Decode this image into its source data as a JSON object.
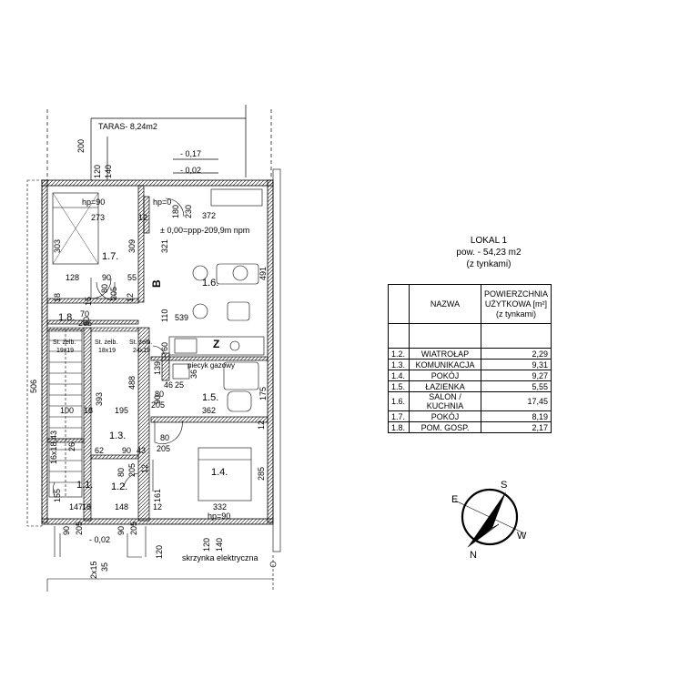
{
  "plan": {
    "terrace_label": "TARAS- 8,24m2",
    "levels": {
      "terrace": "- 0,17",
      "step": "- 0,02",
      "floor": "± 0,00=ppp-209,9m npm",
      "entry": "- 0,02"
    },
    "heights": {
      "hp_room_17": "hp=90",
      "hp_room_16": "hp=0",
      "hp_bottom": "hp=90"
    },
    "rooms": [
      {
        "id": "1.1.",
        "label": "1.1."
      },
      {
        "id": "1.2.",
        "label": "1.2."
      },
      {
        "id": "1.3.",
        "label": "1.3."
      },
      {
        "id": "1.4.",
        "label": "1.4."
      },
      {
        "id": "1.5.",
        "label": "1.5."
      },
      {
        "id": "1.6.",
        "label": "1.6."
      },
      {
        "id": "1.7.",
        "label": "1.7."
      },
      {
        "id": "1.8.",
        "label": "1.8."
      }
    ],
    "columns": [
      {
        "label": "St. żelb.",
        "size": "19x19"
      },
      {
        "label": "St. żelb.",
        "size": "18x19"
      },
      {
        "label": "St. żelb.",
        "size": "24x19"
      }
    ],
    "gas_stove": "piecyk gazowy",
    "fridge_mark": "Z",
    "chimney_mark": "B",
    "stairs": "16x18,43",
    "steps": "2x15",
    "electric_box": "skrzynka elektryczna",
    "dims": {
      "d200": "200",
      "d120": "120",
      "d140": "140",
      "d273": "273",
      "d303": "303",
      "d309": "309",
      "d12a": "12",
      "d180": "180",
      "d230": "230",
      "d372": "372",
      "d321": "321",
      "d491": "491",
      "d128": "128",
      "d90a": "90",
      "d55": "55",
      "d18a": "18",
      "d80a": "80",
      "d205a": "205",
      "d15": "15",
      "d12b": "12",
      "d70": "70",
      "d80b": "80",
      "d205b": "205",
      "d110": "110",
      "d539": "539",
      "d60": "60",
      "d506": "506",
      "d393": "393",
      "d488": "488",
      "d139": "139",
      "d46": "46",
      "d25": "25",
      "d36": "36",
      "d90b": "90",
      "d80c": "80",
      "d205c": "205",
      "d175": "175",
      "d100": "100",
      "d18b": "18",
      "d195": "195",
      "d362": "362",
      "d12c": "12",
      "d26": "26",
      "d62": "62",
      "d90c": "90",
      "d43": "43",
      "d80d": "80",
      "d205d": "205",
      "d80e": "80",
      "d205e": "205",
      "d12d": "12",
      "d285": "285",
      "d155": "155",
      "d147": "147",
      "d148": "148",
      "d12e": "12",
      "d161": "161",
      "d332": "332",
      "d90d": "90",
      "d205f": "205",
      "d90e": "90",
      "d205g": "205",
      "d35": "35",
      "d120b": "120",
      "d120c": "120",
      "d140b": "140",
      "d18c": "18"
    }
  },
  "summary": {
    "title": "LOKAL 1",
    "area": "pow. - 54,23 m2",
    "note": "(z tynkami)"
  },
  "table": {
    "col_name": "NAZWA",
    "col_area_1": "POWIERZCHNIA",
    "col_area_2": "UŻYTKOWA [m²]",
    "col_area_3": "(z tynkami)",
    "rows": [
      {
        "no": "1.2.",
        "name": "WIATROŁAP",
        "area": "2,29"
      },
      {
        "no": "1.3.",
        "name": "KOMUNIKACJA",
        "area": "9,31"
      },
      {
        "no": "1.4.",
        "name": "POKÓJ",
        "area": "9,27"
      },
      {
        "no": "1.5.",
        "name": "ŁAZIENKA",
        "area": "5,55"
      },
      {
        "no": "1.6.",
        "name": "SALON / KUCHNIA",
        "area": "17,45"
      },
      {
        "no": "1.7.",
        "name": "POKÓJ",
        "area": "8,19"
      },
      {
        "no": "1.8.",
        "name": "POM. GOSP.",
        "area": "2,17"
      }
    ]
  },
  "compass": {
    "north": "N",
    "south": "S",
    "east": "E",
    "west": "W"
  }
}
